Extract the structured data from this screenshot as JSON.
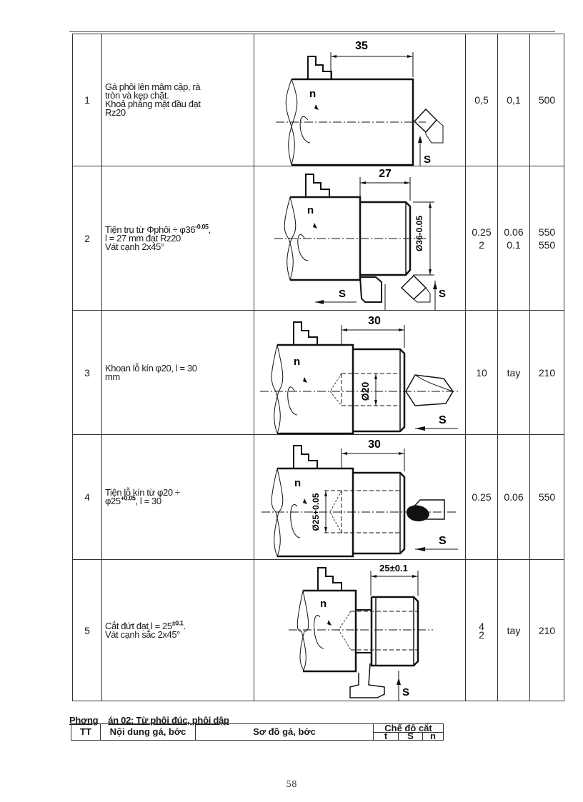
{
  "table": {
    "rows": [
      {
        "tt": "1",
        "desc": [
          "Gá phôi lên mâm cặp, rà",
          "tròn và kẹp chặt.",
          "Khoả phẳng mặt đầu đạt",
          "Rz20"
        ],
        "figure": {
          "dim_label": "35",
          "rotation_label": "n",
          "feed_label": "S"
        },
        "t": [
          "0,5"
        ],
        "s": [
          "0,1"
        ],
        "n": [
          "500"
        ]
      },
      {
        "tt": "2",
        "desc_parts": {
          "line1_pre": "Tiện trụ từ Φphôi ÷ φ36",
          "line1_sup": "-0.05",
          "line1_post": ",",
          "line2": "l = 27 mm đạt Rz20",
          "line3": "Vát cạnh 2x45°"
        },
        "figure": {
          "dim_label": "27",
          "diameter_label": "Ø36-0.05",
          "rotation_label": "n",
          "feed_label_left": "S",
          "feed_label_right": "S"
        },
        "t": [
          "0.25",
          "2"
        ],
        "s": [
          "0.06",
          "0.1"
        ],
        "n": [
          "550",
          "550"
        ]
      },
      {
        "tt": "3",
        "desc": [
          "Khoan lỗ kín φ20, l = 30",
          "mm"
        ],
        "figure": {
          "dim_label": "30",
          "diameter_label": "Ø20",
          "rotation_label": "n",
          "feed_label": "S"
        },
        "t": [
          "10"
        ],
        "s": [
          "tay"
        ],
        "n": [
          "210"
        ]
      },
      {
        "tt": "4",
        "desc_parts": {
          "line1": "Tiện lỗ kín từ φ20 ÷",
          "line2_pre": "φ25",
          "line2_sup": "+0.05",
          "line2_post": ", l = 30"
        },
        "figure": {
          "dim_label": "30",
          "diameter_label": "Ø25+0.05",
          "rotation_label": "n",
          "feed_label": "S"
        },
        "t": [
          "0.25"
        ],
        "s": [
          "0.06"
        ],
        "n": [
          "550"
        ]
      },
      {
        "tt": "5",
        "desc_parts": {
          "line1_pre": "Cắt đứt đạt l = 25",
          "line1_sup": "±0.1",
          "line1_post": ".",
          "line2": "Vát cạnh sắc 2x45°"
        },
        "figure": {
          "dim_label": "25±0.1",
          "rotation_label": "n",
          "feed_label": "S"
        },
        "t": [
          "4",
          "2"
        ],
        "s": [
          "tay"
        ],
        "n": [
          "210"
        ]
      }
    ]
  },
  "section2": {
    "caption_a": "Phơng",
    "caption_b": "án 02: Từ phôi đúc, phôi dập",
    "header": {
      "tt": "TT",
      "content": "Nội dung gá, bớc",
      "diagram": "Sơ đồ gá, bớc",
      "cutting_mode": "Chế độ cắt",
      "t": "t",
      "s": "S",
      "n": "n"
    }
  },
  "page_number": "58"
}
